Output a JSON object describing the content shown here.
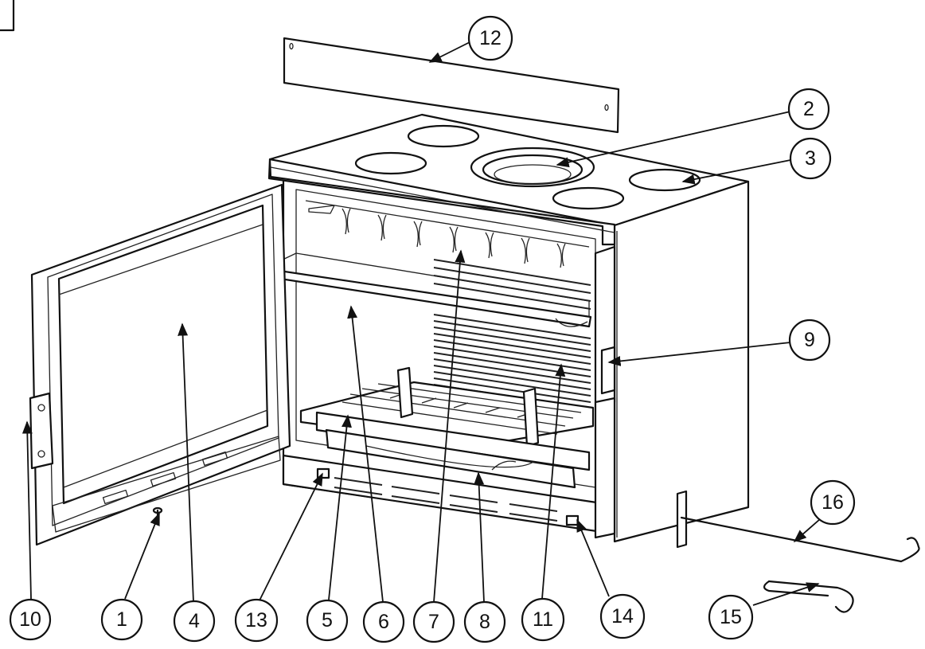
{
  "diagram": {
    "type": "exploded-parts-view",
    "subject": "fireplace insert"
  },
  "callouts": [
    {
      "label": "12"
    },
    {
      "label": "2"
    },
    {
      "label": "3"
    },
    {
      "label": "9"
    },
    {
      "label": "16"
    },
    {
      "label": "15"
    },
    {
      "label": "10"
    },
    {
      "label": "1"
    },
    {
      "label": "4"
    },
    {
      "label": "13"
    },
    {
      "label": "5"
    },
    {
      "label": "6"
    },
    {
      "label": "7"
    },
    {
      "label": "8"
    },
    {
      "label": "11"
    },
    {
      "label": "14"
    }
  ]
}
